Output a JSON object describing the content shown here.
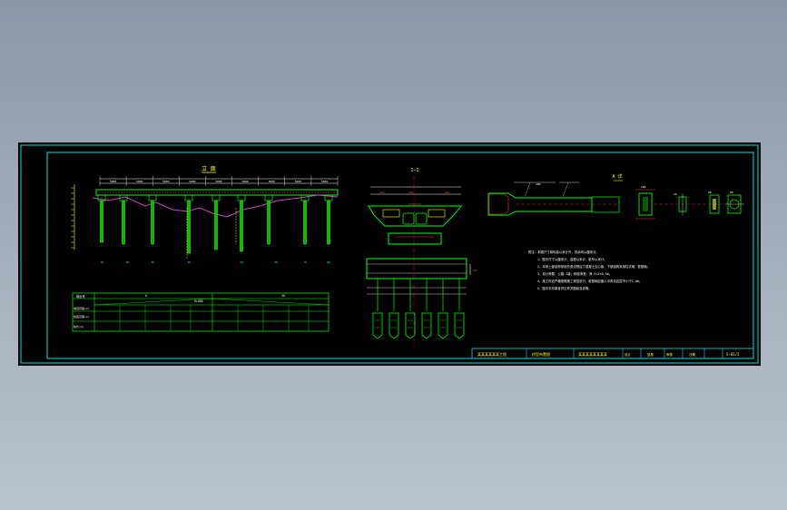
{
  "drawing": {
    "elevation_title": "立 面",
    "section_title": "I—I",
    "detail_title": "A 详",
    "span_dims": [
      "5000",
      "5000",
      "5000",
      "5000",
      "5000",
      "5000",
      "5000",
      "5000",
      "5000"
    ],
    "pier_marks": [
      "1#",
      "2#",
      "3#",
      "4#",
      "5#",
      "6#",
      "7#",
      "8#",
      "9#"
    ],
    "table": {
      "header_left": "墩台号",
      "header_groups": [
        "0",
        "0+000",
        "30"
      ],
      "row_labels": [
        "墩顶高程(m)",
        "桩底高程(m)",
        "桩长(m)"
      ]
    },
    "notes": [
      "附注：本图尺寸除标高以米计外，其余均以厘米计。",
      "1、图中尺寸以厘米计，高程以米计，桩号以米计。",
      "2、本桥上部结构采用先张法预应力混凝土空心板，下部结构采用柱式墩、桩基础。",
      "3、设计荷载：公路-I级；桥面净宽：净-9+2×0.5m。",
      "4、施工时应严格按照施工规范进行，桩基础应嵌入中风化岩层不小于2.0m。",
      "5、图中未尽事宜详见有关图纸及说明。"
    ],
    "title_block": {
      "project": "某某某某某某工程",
      "drawing_name": "桥型布置图",
      "content": "某某某某某某某某",
      "cells": [
        "设计",
        "复核",
        "审核",
        "日期"
      ],
      "sheet_no": "S-01/3"
    }
  }
}
